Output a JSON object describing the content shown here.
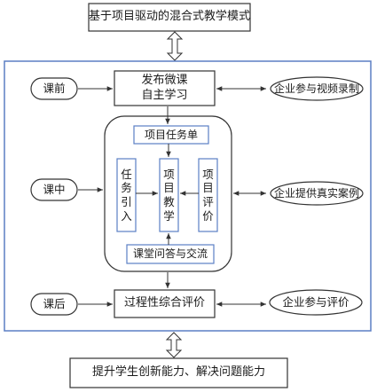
{
  "title": "基于项目驱动的混合式教学模式",
  "outcome": "提升学生创新能力、解决问题能力",
  "stages": {
    "pre": "课前",
    "mid": "课中",
    "post": "课后"
  },
  "pre_class": {
    "center_line1": "发布微课",
    "center_line2": "自主学习",
    "enterprise": "企业参与视频录制"
  },
  "in_class": {
    "task_list": "项目任务单",
    "task_intro": "任务引入",
    "project_teaching": "项目教学",
    "project_eval": "项目评价",
    "qa": "课堂问答与交流",
    "enterprise": "企业提供真实案例"
  },
  "post_class": {
    "center": "过程性综合评价",
    "enterprise": "企业参与评价"
  },
  "colors": {
    "frame_blue": "#5b7fc4",
    "line": "#333333",
    "box_border": "#333333",
    "arrow_fill": "#ffffff"
  }
}
